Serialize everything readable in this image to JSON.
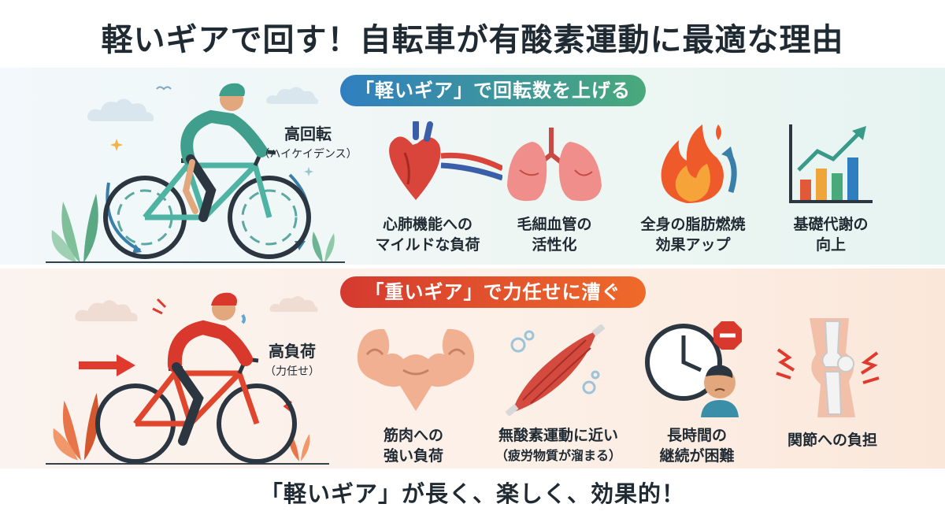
{
  "title": "軽いギアで回す！自転車が有酸素運動に最適な理由",
  "light_section": {
    "heading": "「軽いギア」で回転数を上げる",
    "rider_label": "高回転",
    "rider_sublabel": "（ハイケイデンス）",
    "items": [
      {
        "line1": "心肺機能への",
        "line2": "マイルドな負荷",
        "icon": "heart-lungs-icon"
      },
      {
        "line1": "毛細血管の",
        "line2": "活性化",
        "icon": "lungs-vessels-icon"
      },
      {
        "line1": "全身の脂肪燃焼",
        "line2": "効果アップ",
        "icon": "flame-icon"
      },
      {
        "line1": "基礎代謝の",
        "line2": "向上",
        "icon": "growth-chart-icon"
      }
    ]
  },
  "heavy_section": {
    "heading": "「重いギア」で力任せに漕ぐ",
    "rider_label": "高負荷",
    "rider_sublabel": "（力任せ）",
    "items": [
      {
        "line1": "筋肉への",
        "line2": "強い負荷",
        "icon": "flexed-muscle-icon"
      },
      {
        "line1": "無酸素運動に近い",
        "line2": "（疲労物質が溜まる）",
        "icon": "muscle-fiber-icon"
      },
      {
        "line1": "長時間の",
        "line2": "継続が困難",
        "icon": "clock-tired-icon"
      },
      {
        "line1": "関節への負担",
        "line2": "",
        "icon": "knee-joint-icon"
      }
    ]
  },
  "footer": "「軽いギア」が長く、楽しく、効果的！",
  "colors": {
    "blue_accent": "#2f7fc0",
    "green_accent": "#4aa97b",
    "red_accent": "#d43a2f",
    "orange_accent": "#ef6a2a"
  }
}
